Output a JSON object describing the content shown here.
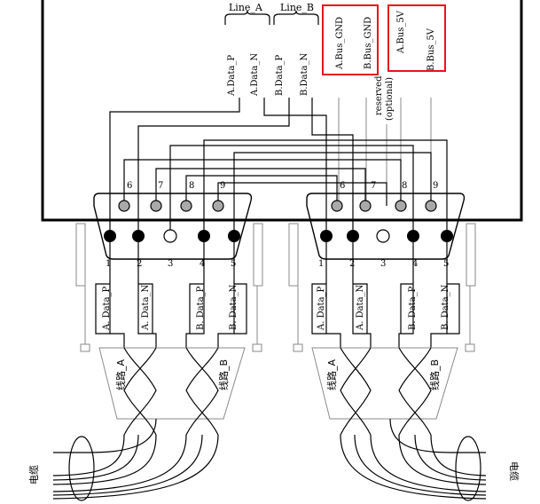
{
  "top_labels": {
    "line_a": "Line_A",
    "line_b": "Line_B",
    "a_data_p": "A.Data_P",
    "a_data_n": "A.Data_N",
    "b_data_p": "B.Data_P",
    "b_data_n": "B.Data_N",
    "a_bus_gnd": "A.Bus_GND",
    "b_bus_gnd": "B.Bus_GND",
    "reserved": "reserved",
    "optional": "(optional)",
    "a_bus_5v": "A.Bus_5V",
    "b_bus_5v": "B.Bus_5V"
  },
  "connector_left": {
    "pins_top": [
      "6",
      "7",
      "8",
      "9"
    ],
    "pins_bottom": [
      "1",
      "2",
      "3",
      "4",
      "5"
    ],
    "wire_labels": [
      "A. Data_P",
      "A. Data_N",
      "B. Data_P",
      "B. Data_N"
    ],
    "line_a_cn": "线路_A",
    "line_b_cn": "线路_B"
  },
  "connector_right": {
    "pins_top": [
      "6",
      "7",
      "8",
      "9"
    ],
    "pins_bottom": [
      "1",
      "2",
      "3",
      "4",
      "5"
    ],
    "wire_labels": [
      "A. Data_P",
      "A. Data_N",
      "B. Data_P",
      "B. Data_N"
    ],
    "line_a_cn": "线路_A",
    "line_b_cn": "线路_B"
  },
  "cable_label_left": "电缆",
  "cable_label_right": "电缆",
  "colors": {
    "highlight": "#e8131b",
    "line": "#000000",
    "guide": "#8a8a8a",
    "pin_fill": "#a9a9a9"
  }
}
